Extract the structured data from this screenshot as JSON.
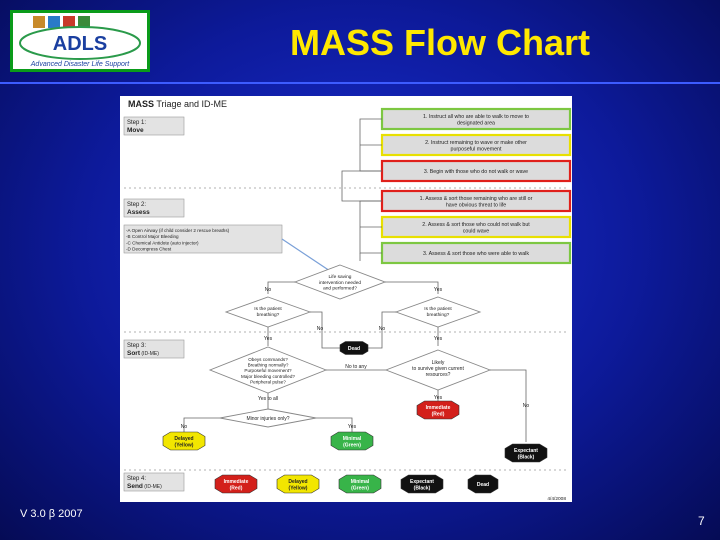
{
  "slide": {
    "title": "MASS Flow Chart",
    "version": "V 3.0 β 2007",
    "page_number": "7"
  },
  "logo": {
    "text": "ADLS",
    "tagline": "Advanced Disaster Life Support"
  },
  "flowchart": {
    "title_bold": "MASS",
    "title_rest": " Triage and ID-ME",
    "steps": {
      "move": {
        "label": "Step 1:",
        "name": "Move"
      },
      "assess": {
        "label": "Step 2:",
        "name": "Assess"
      },
      "sort": {
        "label": "Step 3:",
        "name": "Sort",
        "suffix": "(ID-ME)"
      },
      "send": {
        "label": "Step 4:",
        "name": "Send",
        "suffix": "(ID-ME)"
      }
    },
    "move_boxes": [
      {
        "lines": [
          "1. Instruct all who are able to walk to move to",
          "designated area"
        ],
        "border": "#7dc742"
      },
      {
        "lines": [
          "2. Instruct remaining to wave or make other",
          "purposeful movement"
        ],
        "border": "#e8e000"
      },
      {
        "lines": [
          "3. Begin with those who do not walk or wave"
        ],
        "border": "#e0201b"
      }
    ],
    "assess_boxes": [
      {
        "lines": [
          "1. Assess & sort those remaining who are still or",
          "have obvious threat to life"
        ],
        "border": "#e0201b"
      },
      {
        "lines": [
          "2. Assess & sort those who could not walk but",
          "could wave"
        ],
        "border": "#e8e000"
      },
      {
        "lines": [
          "3. Assess & sort those who were able to walk"
        ],
        "border": "#7dc742"
      }
    ],
    "airway_lines": [
      "-A Open Airway (if child consider 2 rescue breaths)",
      "-B Control Major Bleeding",
      "-C Chemical Antidote (auto injector)",
      "-D Decompress Chest"
    ],
    "decisions": {
      "lifesaving": [
        "Life saving",
        "intervention needed",
        "and performed?"
      ],
      "breathing_left": [
        "Is the patient",
        "breathing?"
      ],
      "breathing_right": [
        "Is the patient",
        "breathing?"
      ],
      "obeys": [
        "Obeys commands?",
        "Breathing normally?",
        "Purposeful movement?",
        "Major bleeding controlled?",
        "Peripheral pulse?"
      ],
      "likely": [
        "Likely",
        "to survive given current",
        "resources?"
      ],
      "minor": [
        "Minor injuries only?"
      ]
    },
    "edge_labels": {
      "no": "No",
      "yes": "Yes",
      "no_to_any": "No to any",
      "yes_to_all": "Yes to all"
    },
    "dead_label": "Dead",
    "tags": {
      "immediate": [
        "Immediate",
        "(Red)"
      ],
      "delayed": [
        "Delayed",
        "(Yellow)"
      ],
      "minimal": [
        "Minimal",
        "(Green)"
      ],
      "expectant": [
        "Expectant",
        "(Black)"
      ],
      "dead": [
        "Dead"
      ]
    },
    "date": "4/4/2008",
    "colors": {
      "red": "#d3201b",
      "yellow": "#f2e600",
      "green": "#38b449",
      "black": "#111111",
      "step_fill": "#e3e3e3",
      "move_fill": "#dcdcdc"
    }
  }
}
